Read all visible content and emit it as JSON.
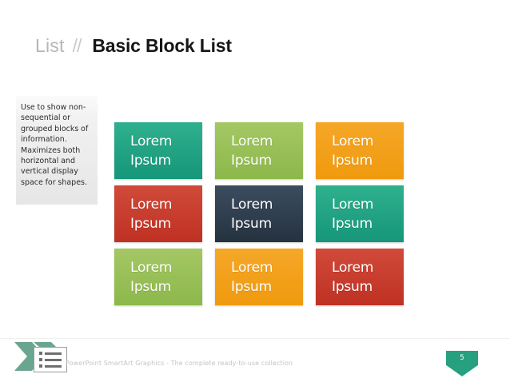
{
  "slide": {
    "background_color": "#ffffff",
    "title": {
      "prefix": "List",
      "separator": "//",
      "main": "Basic Block List",
      "prefix_color": "#b6b6b6",
      "main_color": "#161616"
    },
    "description": {
      "text": "Use to show non-sequential or grouped blocks of information. Maximizes both horizontal and vertical display space for shapes.",
      "background_color": "#e8e8e8"
    },
    "diagram": {
      "type": "basic-block-list",
      "rows": 3,
      "columns": 3,
      "blocks": [
        {
          "line1": "Lorem",
          "line2": "Ipsum",
          "color_top": "#2fb08d",
          "color_bottom": "#16967a",
          "name": "block-1"
        },
        {
          "line1": "Lorem",
          "line2": "Ipsum",
          "color_top": "#a5c765",
          "color_bottom": "#8cb84a",
          "name": "block-2"
        },
        {
          "line1": "Lorem",
          "line2": "Ipsum",
          "color_top": "#f5a728",
          "color_bottom": "#f09a0e",
          "name": "block-3"
        },
        {
          "line1": "Lorem",
          "line2": "Ipsum",
          "color_top": "#d04a3a",
          "color_bottom": "#bf3123",
          "name": "block-4"
        },
        {
          "line1": "Lorem",
          "line2": "Ipsum",
          "color_top": "#3c4d60",
          "color_bottom": "#25323f",
          "name": "block-5"
        },
        {
          "line1": "Lorem",
          "line2": "Ipsum",
          "color_top": "#2fb08d",
          "color_bottom": "#16967a",
          "name": "block-6"
        },
        {
          "line1": "Lorem",
          "line2": "Ipsum",
          "color_top": "#a5c765",
          "color_bottom": "#8cb84a",
          "name": "block-7"
        },
        {
          "line1": "Lorem",
          "line2": "Ipsum",
          "color_top": "#f5a728",
          "color_bottom": "#f09a0e",
          "name": "block-8"
        },
        {
          "line1": "Lorem",
          "line2": "Ipsum",
          "color_top": "#d04a3a",
          "color_bottom": "#bf3123",
          "name": "block-9"
        }
      ]
    },
    "footer": {
      "text": "PowerPoint SmartArt Graphics - The complete ready-to-use collection",
      "text_color": "#c4c4c4",
      "logo_color": "#6aa68f",
      "page_number": "5",
      "page_badge_color": "#26a07f",
      "logo_icon": "list-icon"
    }
  }
}
